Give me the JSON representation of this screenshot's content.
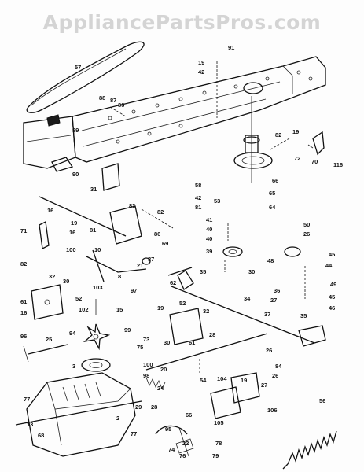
{
  "watermark": "AppliancePartsPros.com",
  "callouts": [
    {
      "n": "57"
    },
    {
      "n": "91"
    },
    {
      "n": "19"
    },
    {
      "n": "42"
    },
    {
      "n": "88"
    },
    {
      "n": "87"
    },
    {
      "n": "86"
    },
    {
      "n": "89"
    },
    {
      "n": "90"
    },
    {
      "n": "31"
    },
    {
      "n": "82"
    },
    {
      "n": "66"
    },
    {
      "n": "19"
    },
    {
      "n": "72"
    },
    {
      "n": "70"
    },
    {
      "n": "116"
    },
    {
      "n": "58"
    },
    {
      "n": "42"
    },
    {
      "n": "81"
    },
    {
      "n": "53"
    },
    {
      "n": "65"
    },
    {
      "n": "64"
    },
    {
      "n": "16"
    },
    {
      "n": "19"
    },
    {
      "n": "71"
    },
    {
      "n": "16"
    },
    {
      "n": "100"
    },
    {
      "n": "82"
    },
    {
      "n": "83"
    },
    {
      "n": "82"
    },
    {
      "n": "81"
    },
    {
      "n": "86"
    },
    {
      "n": "69"
    },
    {
      "n": "10"
    },
    {
      "n": "87"
    },
    {
      "n": "21"
    },
    {
      "n": "8"
    },
    {
      "n": "41"
    },
    {
      "n": "40"
    },
    {
      "n": "40"
    },
    {
      "n": "39"
    },
    {
      "n": "50"
    },
    {
      "n": "26"
    },
    {
      "n": "48"
    },
    {
      "n": "45"
    },
    {
      "n": "44"
    },
    {
      "n": "30"
    },
    {
      "n": "32"
    },
    {
      "n": "30"
    },
    {
      "n": "52"
    },
    {
      "n": "61"
    },
    {
      "n": "16"
    },
    {
      "n": "103"
    },
    {
      "n": "97"
    },
    {
      "n": "19"
    },
    {
      "n": "102"
    },
    {
      "n": "15"
    },
    {
      "n": "62"
    },
    {
      "n": "35"
    },
    {
      "n": "34"
    },
    {
      "n": "27"
    },
    {
      "n": "36"
    },
    {
      "n": "49"
    },
    {
      "n": "45"
    },
    {
      "n": "46"
    },
    {
      "n": "52"
    },
    {
      "n": "32"
    },
    {
      "n": "37"
    },
    {
      "n": "35"
    },
    {
      "n": "94"
    },
    {
      "n": "99"
    },
    {
      "n": "75"
    },
    {
      "n": "30"
    },
    {
      "n": "61"
    },
    {
      "n": "96"
    },
    {
      "n": "25"
    },
    {
      "n": "28"
    },
    {
      "n": "73"
    },
    {
      "n": "26"
    },
    {
      "n": "3"
    },
    {
      "n": "100"
    },
    {
      "n": "98"
    },
    {
      "n": "20"
    },
    {
      "n": "84"
    },
    {
      "n": "26"
    },
    {
      "n": "28"
    },
    {
      "n": "24"
    },
    {
      "n": "29"
    },
    {
      "n": "27"
    },
    {
      "n": "54"
    },
    {
      "n": "104"
    },
    {
      "n": "19"
    },
    {
      "n": "77"
    },
    {
      "n": "106"
    },
    {
      "n": "2"
    },
    {
      "n": "66"
    },
    {
      "n": "13"
    },
    {
      "n": "105"
    },
    {
      "n": "77"
    },
    {
      "n": "56"
    },
    {
      "n": "68"
    },
    {
      "n": "95"
    },
    {
      "n": "22"
    },
    {
      "n": "78"
    },
    {
      "n": "74"
    },
    {
      "n": "79"
    },
    {
      "n": "76"
    }
  ]
}
